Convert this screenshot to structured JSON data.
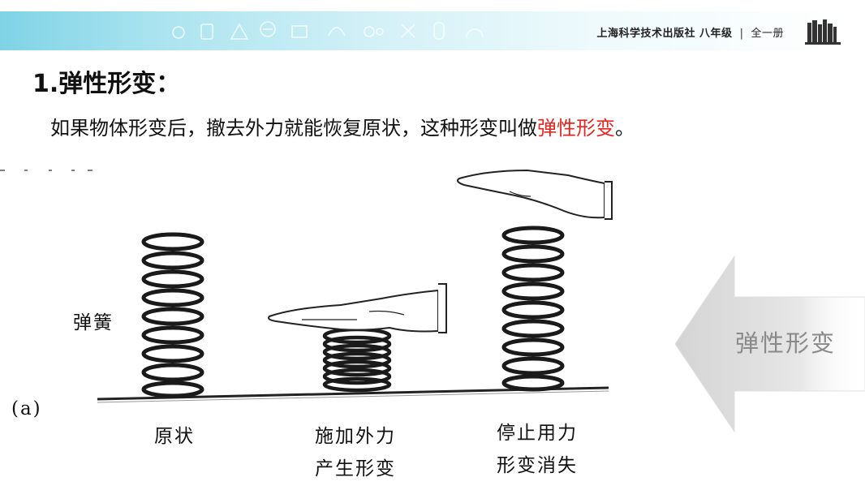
{
  "header": {
    "publisher": "上海科学技术出版社",
    "grade": "八年级",
    "separator": "|",
    "volume": "全一册"
  },
  "heading": "1.弹性形变：",
  "definition": {
    "text_before": "如果物体形变后，撤去外力就能恢复原状，这种形变叫做",
    "highlight": "弹性形变",
    "text_after": "。",
    "highlight_color": "#e8261f"
  },
  "figure": {
    "spring_label": "弹簧",
    "panel_label": "(a)",
    "captions": {
      "original": "原状",
      "apply_line1": "施加外力",
      "apply_line2": "产生形变",
      "stop_line1": "停止用力",
      "stop_line2": "形变消失"
    },
    "arrow_label": "弹性形变"
  }
}
